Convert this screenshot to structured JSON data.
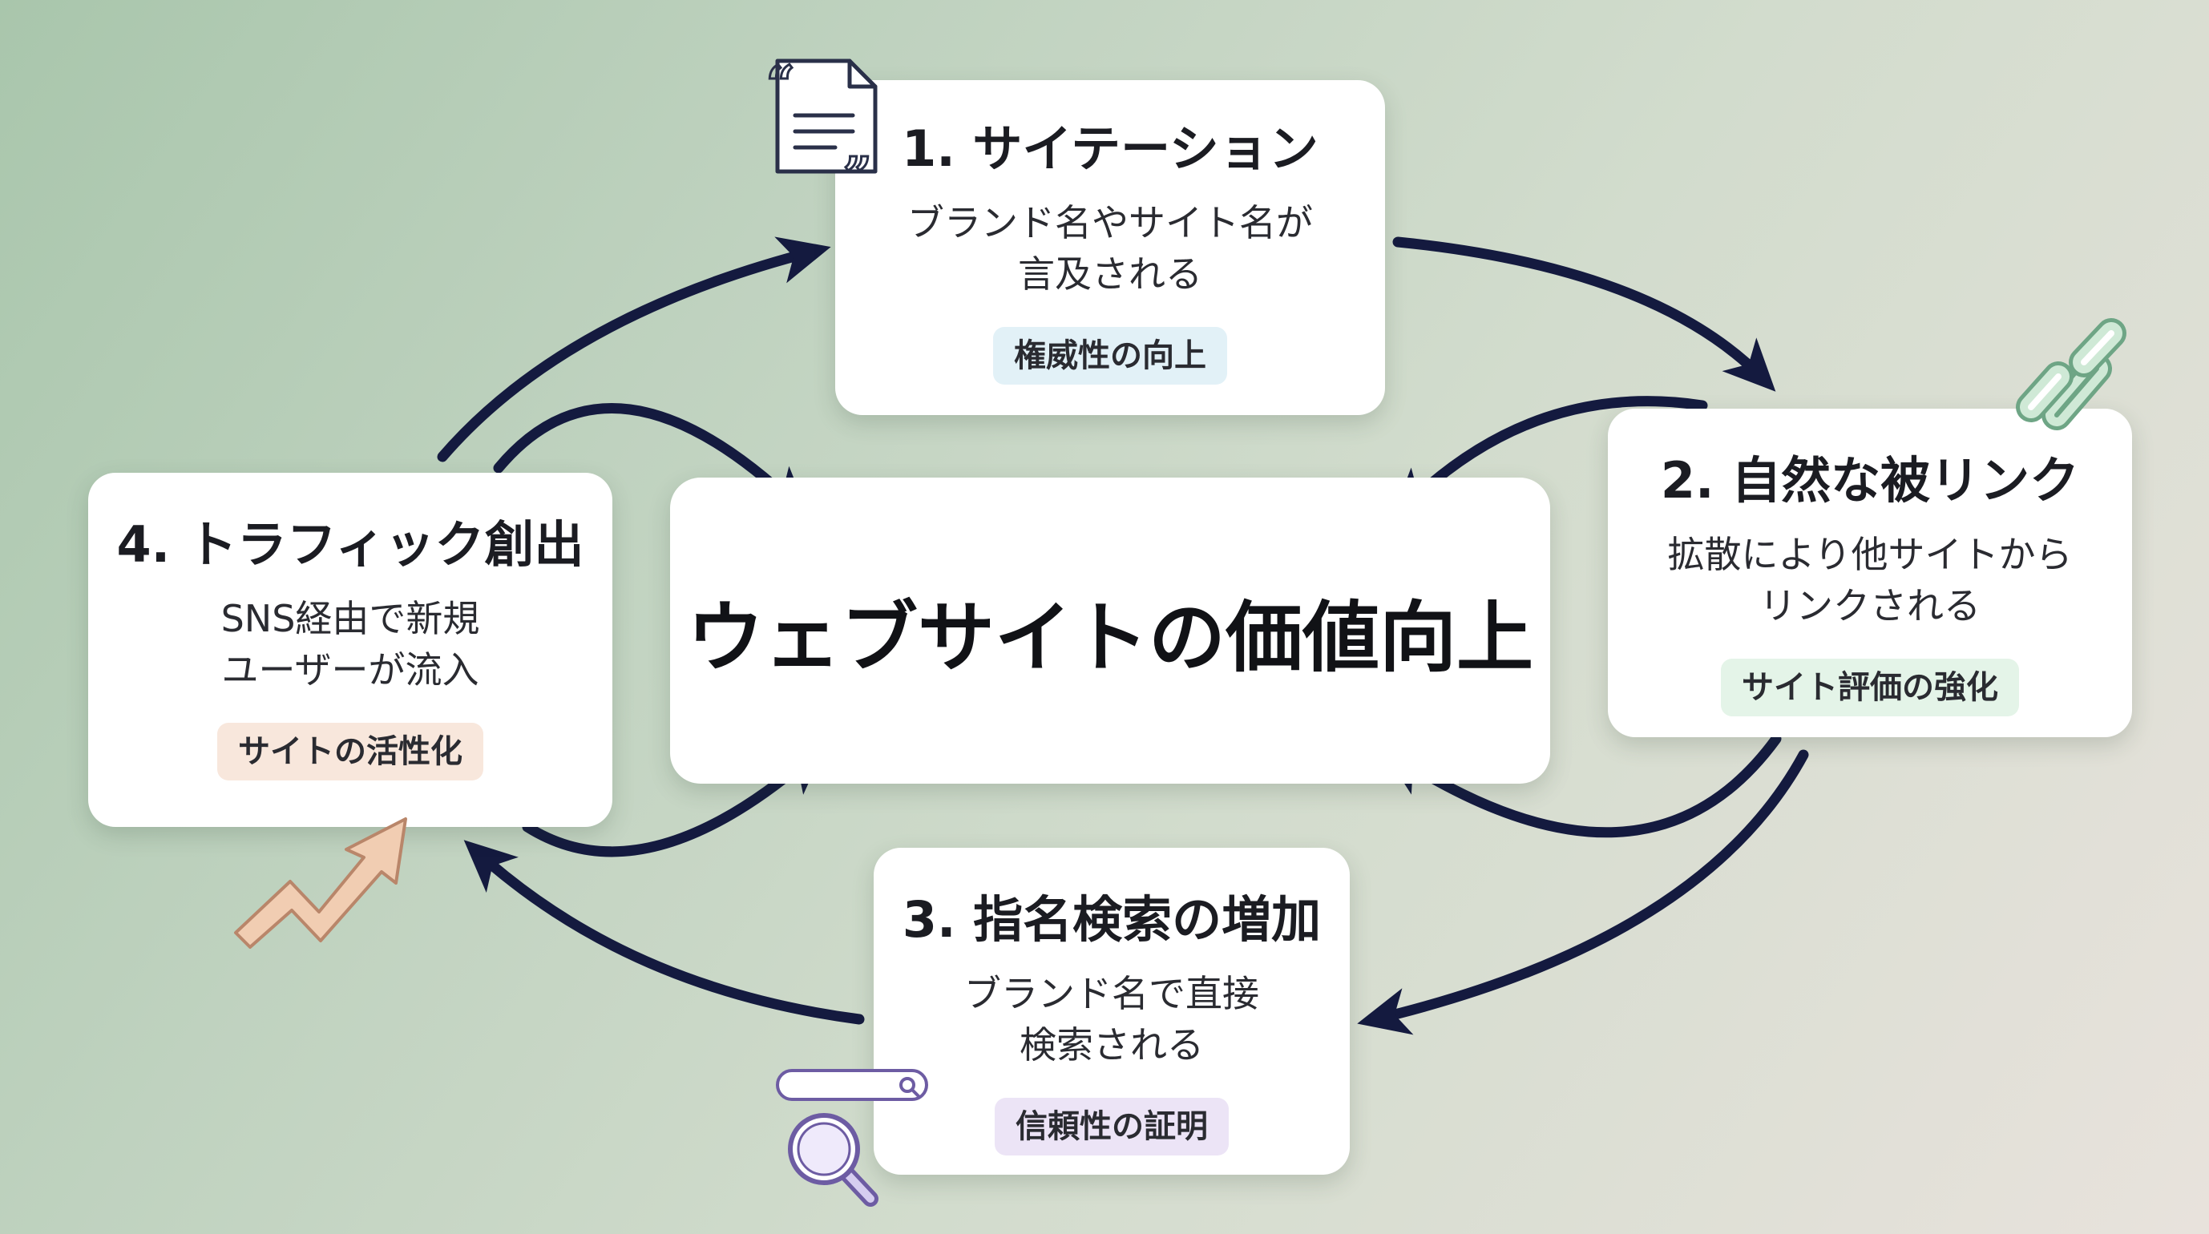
{
  "center": {
    "title": "ウェブサイトの価値向上"
  },
  "steps": [
    {
      "title": "1. サイテーション",
      "desc": [
        "ブランド名やサイト名が",
        "言及される"
      ],
      "tag": "権威性の向上",
      "tag_color": "#e2f1f7",
      "icon": "quote-document-icon"
    },
    {
      "title": "2. 自然な被リンク",
      "desc": [
        "拡散により他サイトから",
        "リンクされる"
      ],
      "tag": "サイト評価の強化",
      "tag_color": "#e4f4e8",
      "icon": "chain-link-icon"
    },
    {
      "title": "3. 指名検索の増加",
      "desc": [
        "ブランド名で直接",
        "検索される"
      ],
      "tag": "信頼性の証明",
      "tag_color": "#ece4f6",
      "icon": "search-bar-magnifier-icon"
    },
    {
      "title": "4. トラフィック創出",
      "desc": [
        "SNS経由で新規",
        "ユーザーが流入"
      ],
      "tag": "サイトの活性化",
      "tag_color": "#f8e7dc",
      "icon": "trending-up-arrow-icon"
    }
  ],
  "colors": {
    "arrow": "#141a3f",
    "card": "#ffffff",
    "icon_stroke": "#2a3049",
    "link_icon_fill": "#cfe9d6",
    "link_icon_stroke": "#6ea585",
    "search_icon_fill": "#d6cdf0",
    "search_icon_stroke": "#6d5ca3",
    "trend_icon_fill": "#f1cdb2",
    "trend_icon_stroke": "#b9866a"
  }
}
